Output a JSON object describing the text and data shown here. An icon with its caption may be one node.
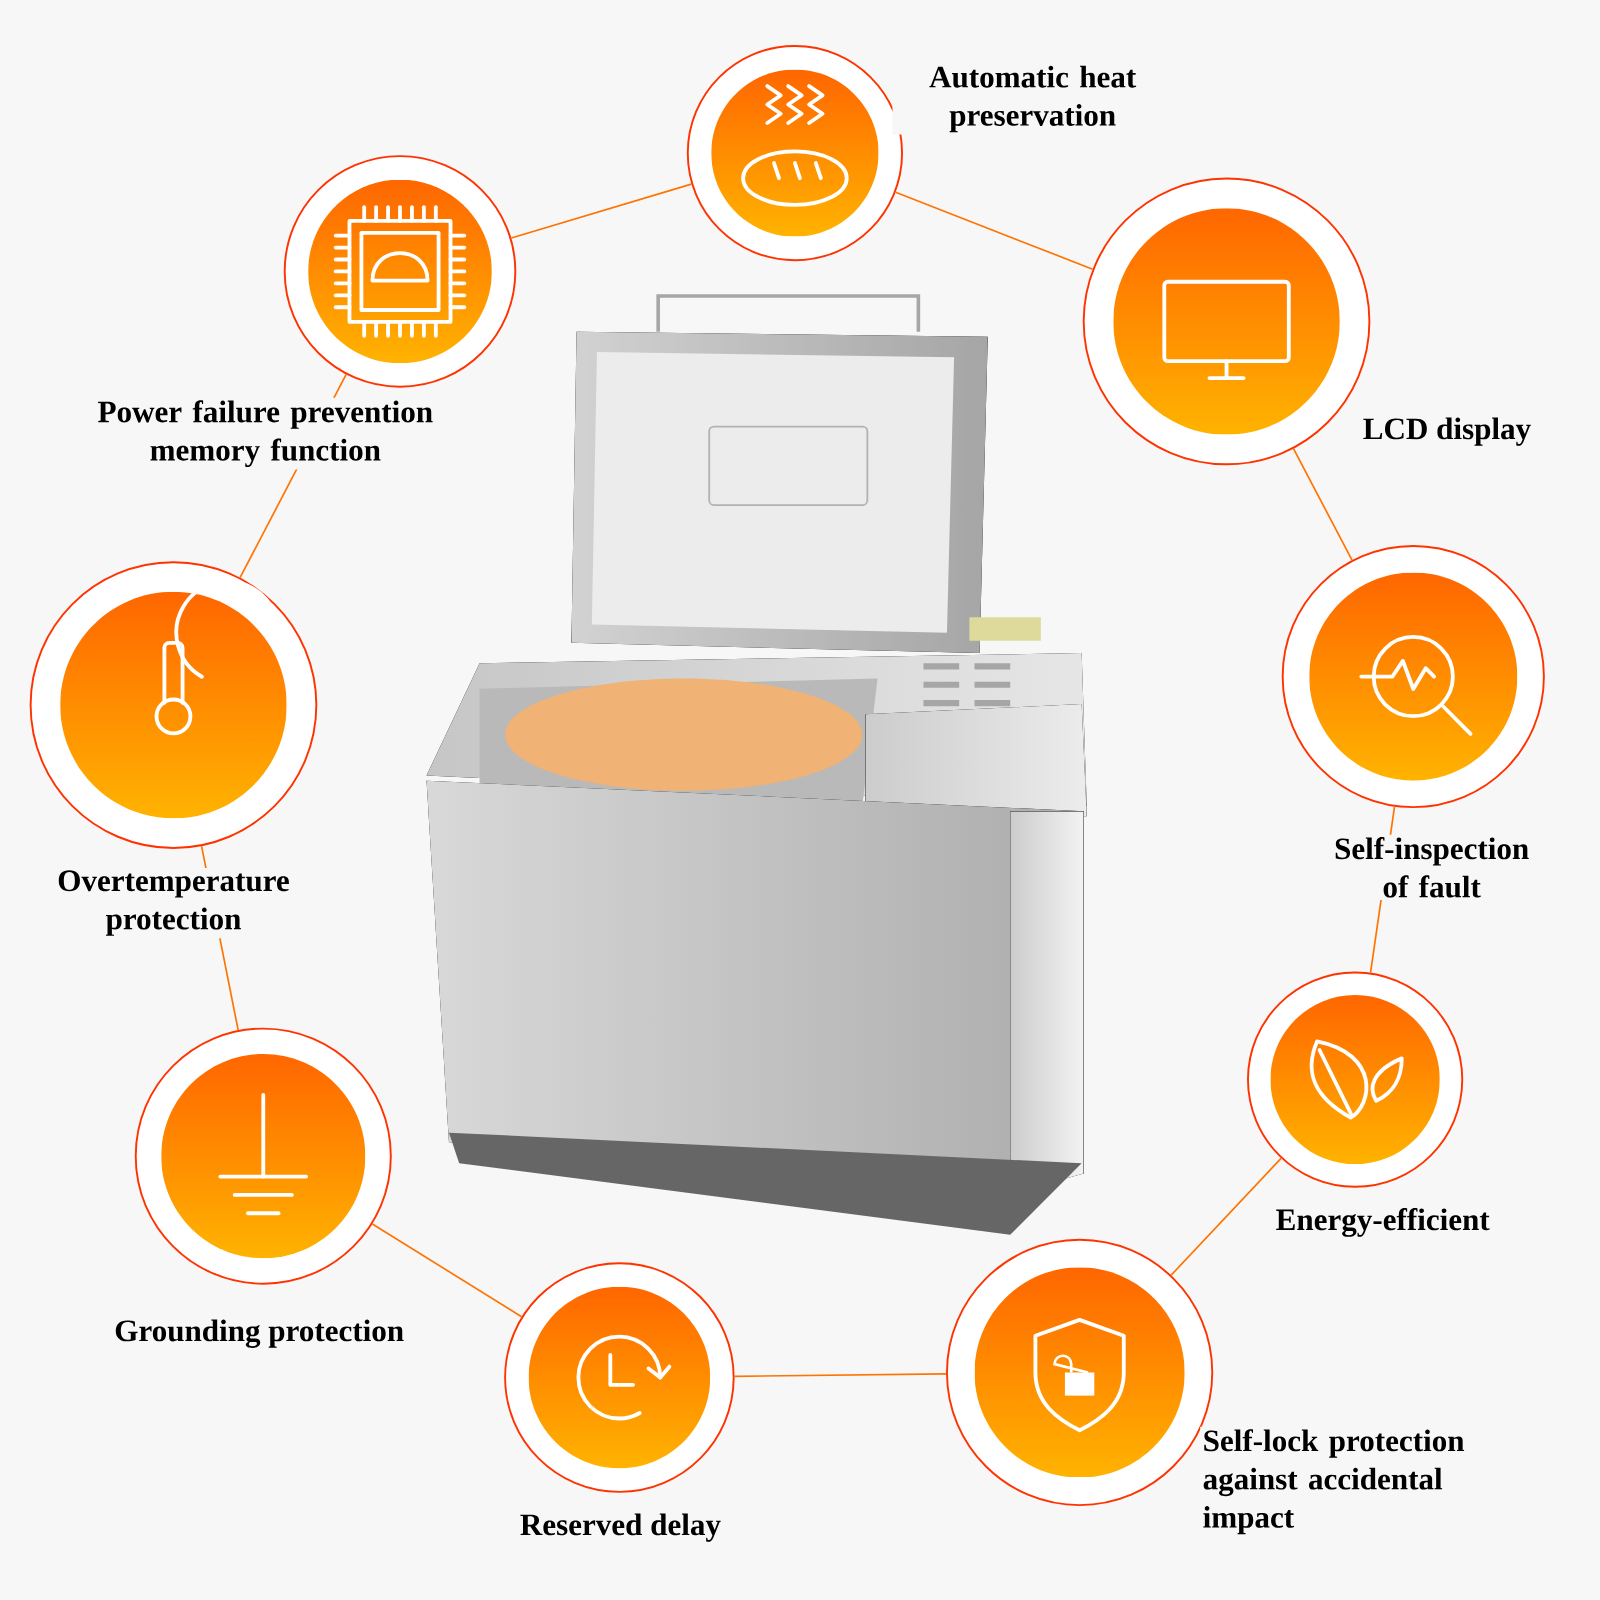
{
  "diagram": {
    "nodes": [
      {
        "text": [
          "Automatic heat preservation"
        ]
      },
      {
        "text": [
          "Power failure prevention memory function"
        ]
      },
      {
        "text": [
          "LCD display"
        ]
      },
      {
        "text": [
          "Self-inspection of fault"
        ]
      },
      {
        "text": [
          "Overtemperature protection"
        ]
      },
      {
        "text": [
          "Energy-efficient"
        ]
      },
      {
        "text": [
          "Grounding protection"
        ]
      },
      {
        "text": [
          "Self-lock protection against accidental impact"
        ]
      },
      {
        "text": [
          "Reserved delay"
        ]
      }
    ],
    "edges": [
      {
        "from": 0,
        "to": 2,
        "arrow": "none"
      },
      {
        "from": 2,
        "to": 3,
        "arrow": "none"
      },
      {
        "from": 3,
        "to": 5,
        "arrow": "none"
      },
      {
        "from": 5,
        "to": 7,
        "arrow": "none"
      },
      {
        "from": 7,
        "to": 8,
        "arrow": "none"
      },
      {
        "from": 8,
        "to": 6,
        "arrow": "none"
      },
      {
        "from": 6,
        "to": 4,
        "arrow": "none"
      },
      {
        "from": 4,
        "to": 1,
        "arrow": "none"
      },
      {
        "from": 1,
        "to": 0,
        "arrow": "none"
      }
    ]
  }
}
